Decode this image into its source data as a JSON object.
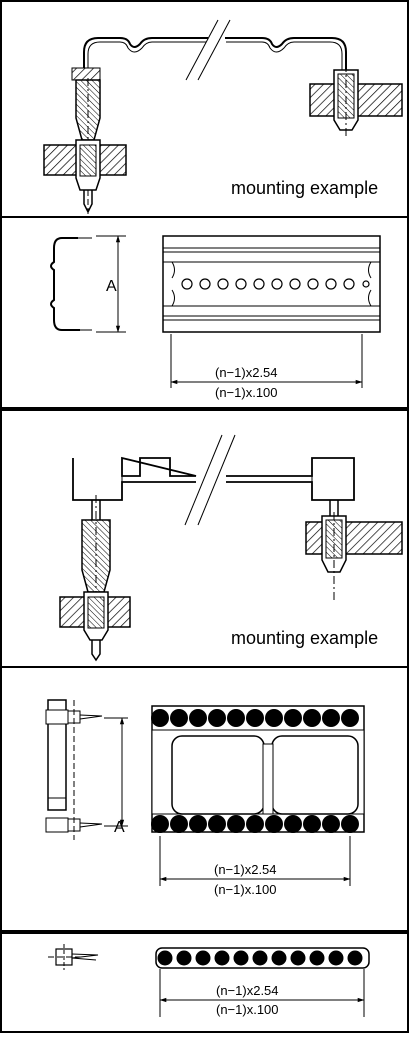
{
  "panels": [
    {
      "label": "mounting example"
    },
    {
      "dimension_a": "A",
      "pitch_metric": "(n−1)x2.54",
      "pitch_inch": "(n−1)x.100"
    },
    {
      "label": "mounting example"
    },
    {
      "dimension_a": "A",
      "pitch_metric": "(n−1)x2.54",
      "pitch_inch": "(n−1)x.100"
    },
    {
      "pitch_metric": "(n−1)x2.54",
      "pitch_inch": "(n−1)x.100"
    }
  ],
  "colors": {
    "ink": "#000000",
    "hatch": "#000000",
    "contact_fill": "#000000",
    "background": "#ffffff"
  }
}
